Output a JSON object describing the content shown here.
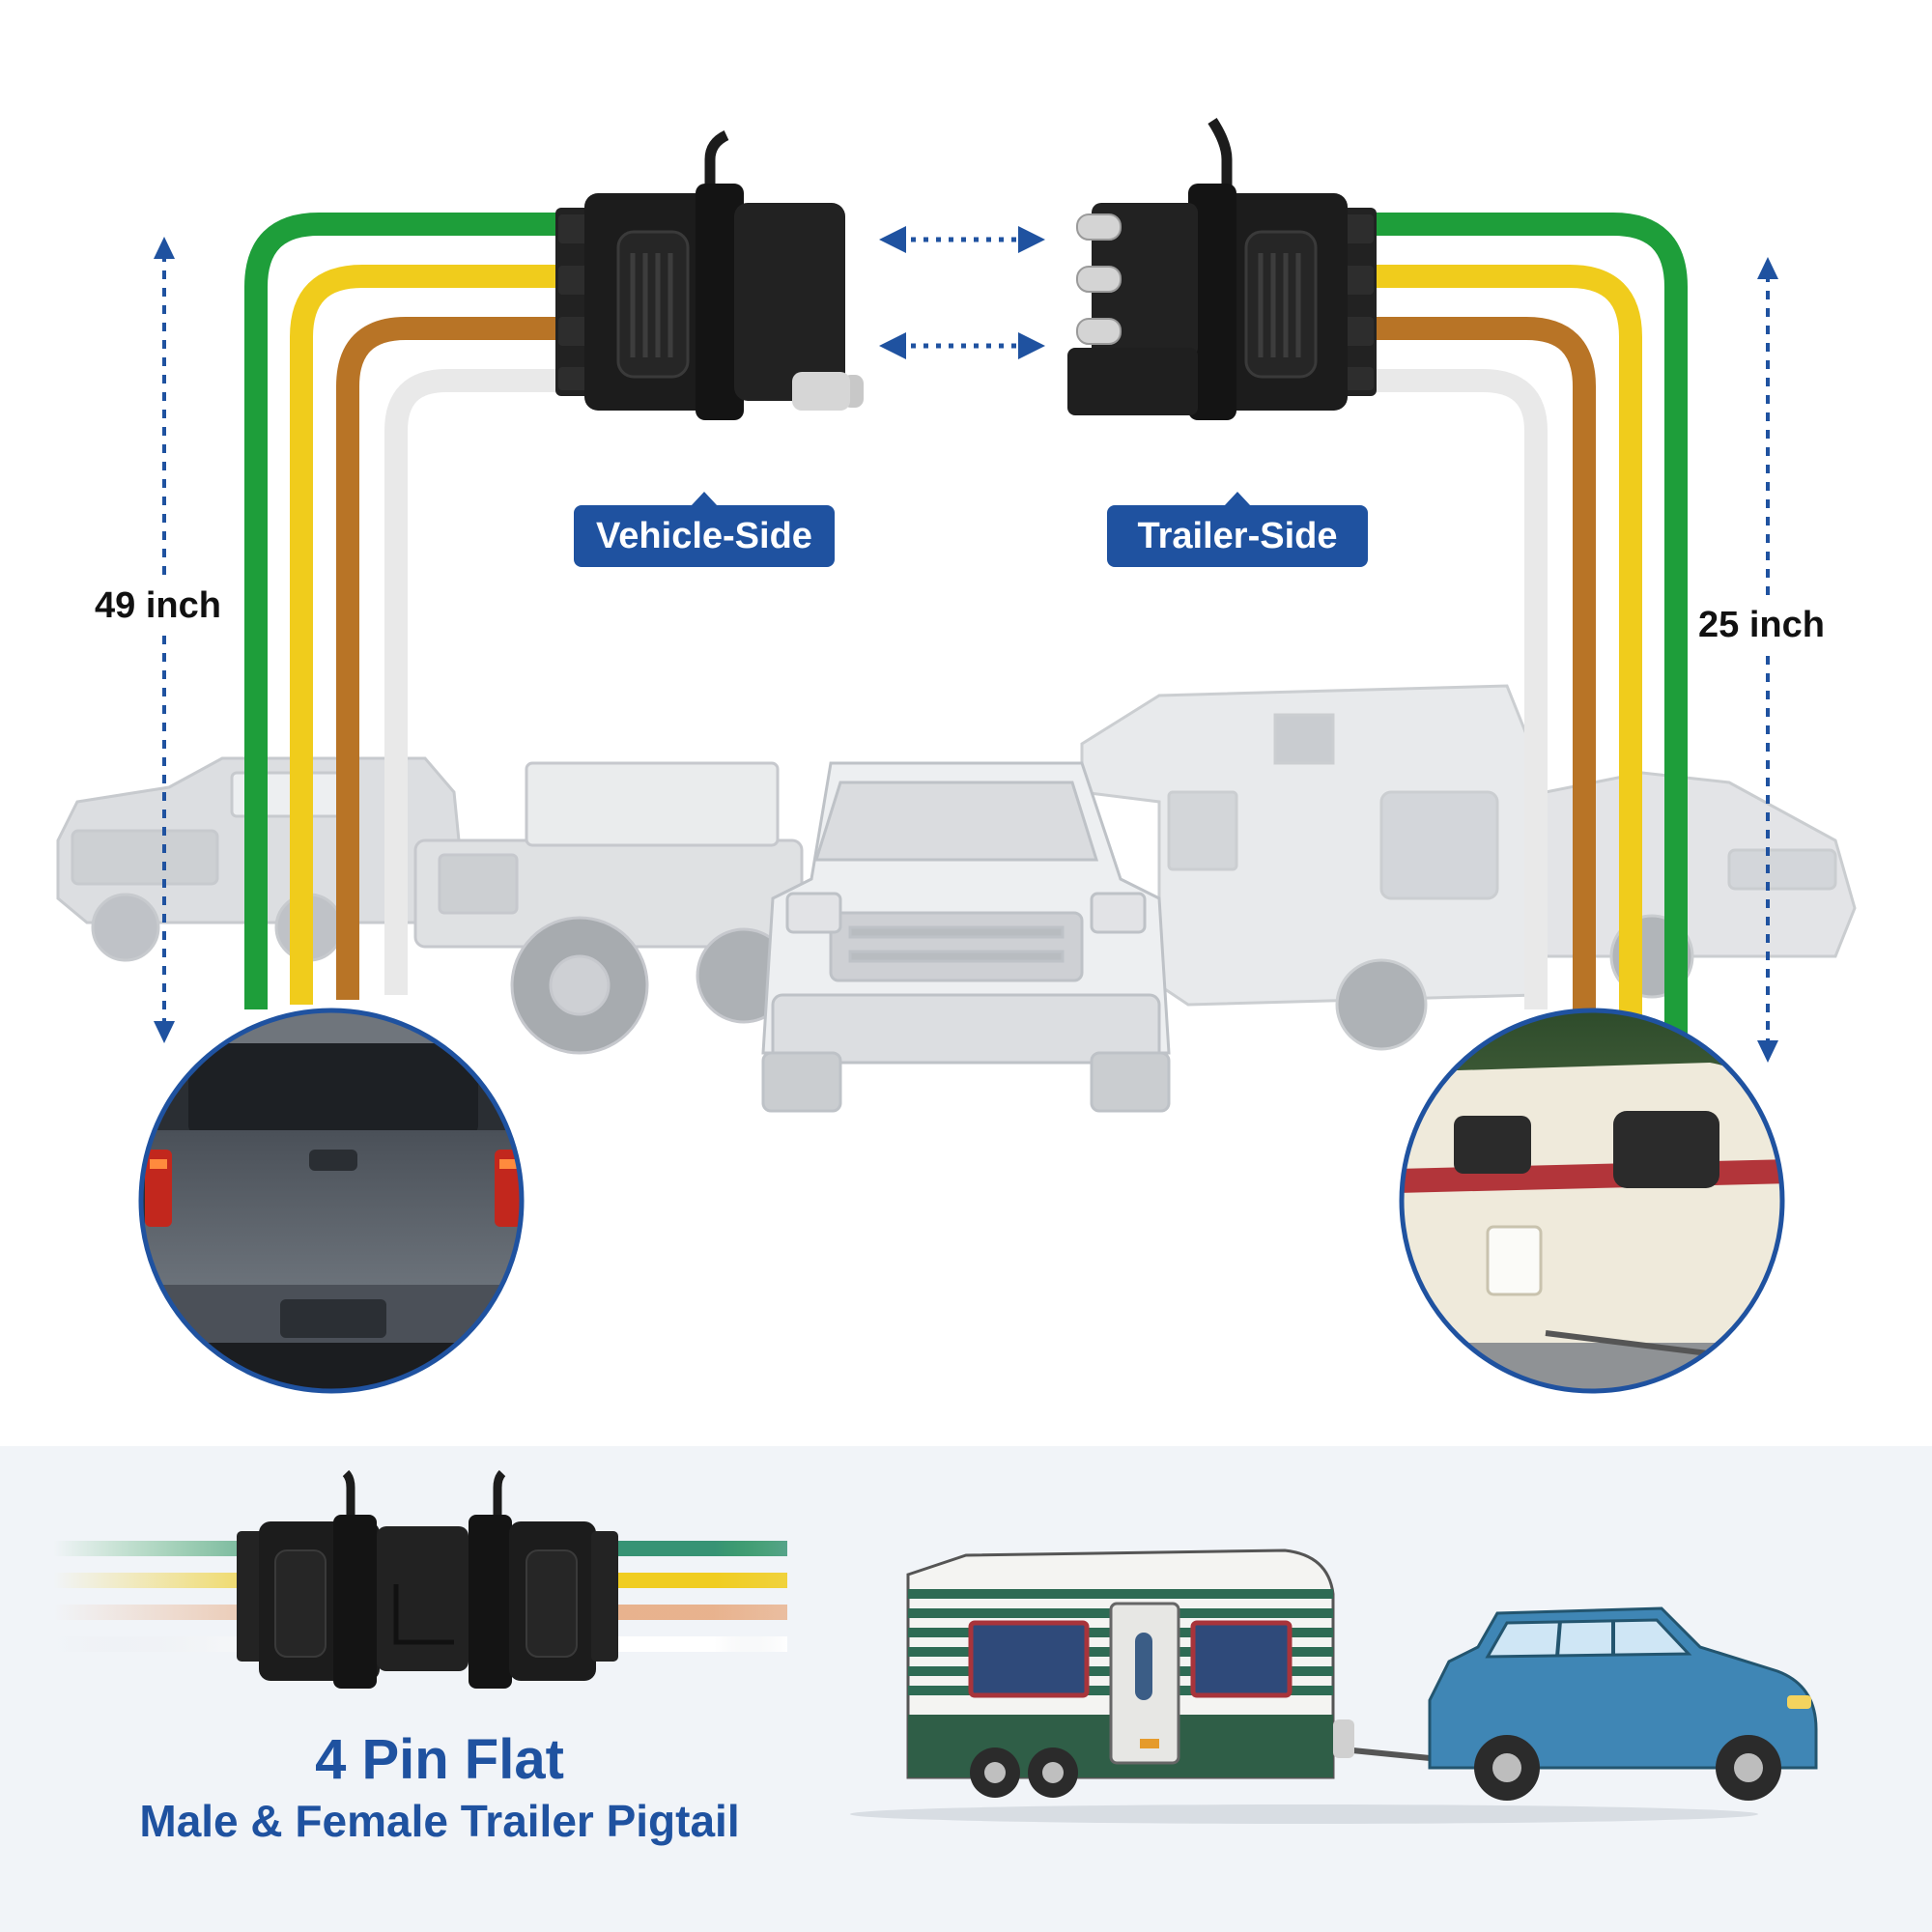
{
  "labels": {
    "vehicle_side": "Vehicle-Side",
    "trailer_side": "Trailer-Side",
    "left_length": "49 inch",
    "right_length": "25 inch"
  },
  "footer": {
    "title": "4 Pin Flat",
    "subtitle": "Male & Female Trailer Pigtail"
  },
  "colors": {
    "accent_blue": "#1f52a0",
    "wire_green": "#1e9e3a",
    "wire_yellow": "#f0cc1c",
    "wire_brown": "#b87426",
    "wire_white": "#e9e9e9",
    "connector_black": "#1c1c1c"
  },
  "icons": [
    "double-arrow-icon",
    "dimension-arrow-icon"
  ]
}
